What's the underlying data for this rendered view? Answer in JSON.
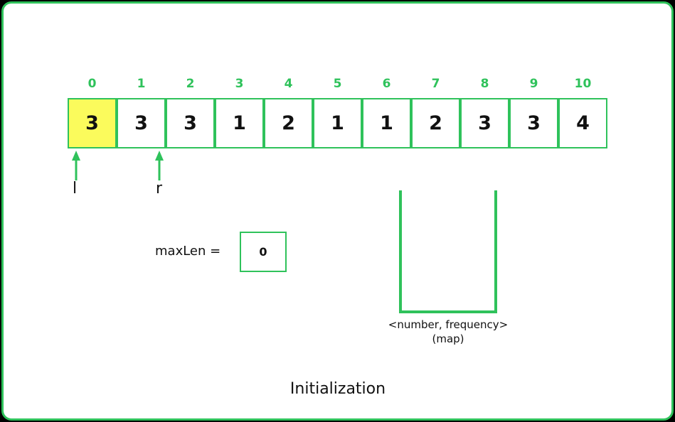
{
  "indices": [
    "0",
    "1",
    "2",
    "3",
    "4",
    "5",
    "6",
    "7",
    "8",
    "9",
    "10"
  ],
  "array": {
    "values": [
      "3",
      "3",
      "3",
      "1",
      "2",
      "1",
      "1",
      "2",
      "3",
      "3",
      "4"
    ],
    "highlight_index": 0,
    "highlight_color": "#fbfb5c"
  },
  "pointers": {
    "left": {
      "label": "l",
      "index": 0
    },
    "right": {
      "label": "r",
      "index": 1
    }
  },
  "max_len": {
    "label": "maxLen =",
    "value": "0"
  },
  "map": {
    "caption_line1": "<number, frequency>",
    "caption_line2": "(map)"
  },
  "caption": "Initialization",
  "colors": {
    "accent": "#2fc25b",
    "background": "#ffffff"
  }
}
